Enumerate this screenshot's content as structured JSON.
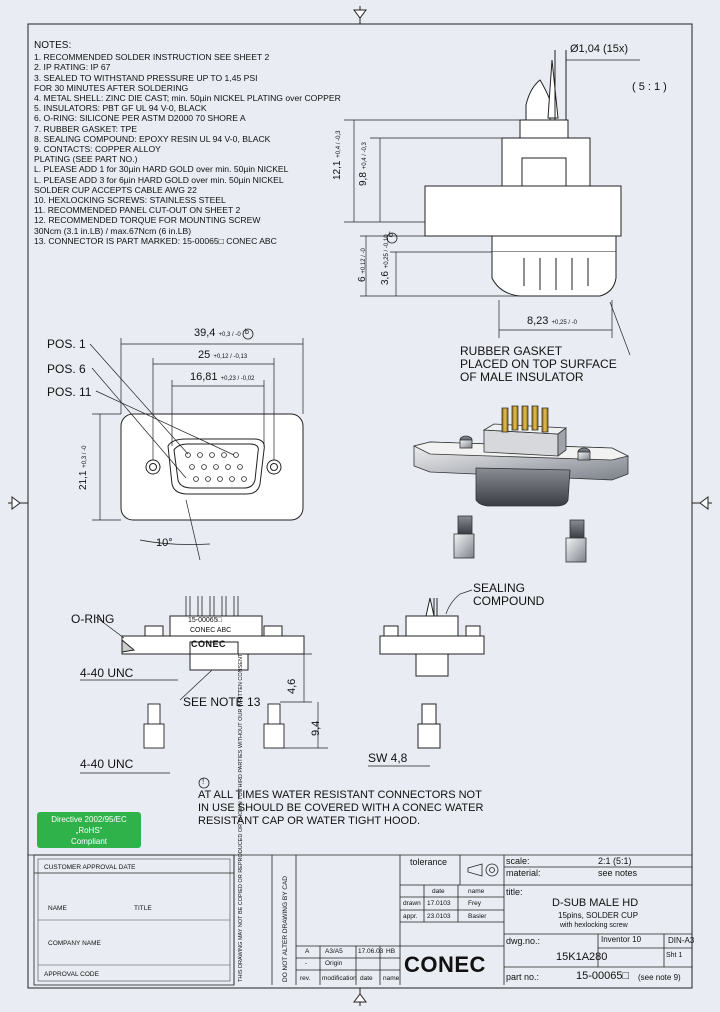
{
  "notes": {
    "heading": "NOTES:",
    "lines": [
      "1. RECOMMENDED SOLDER INSTRUCTION SEE SHEET 2",
      "2. IP RATING: IP 67",
      "3. SEALED TO WITHSTAND PRESSURE UP TO 1,45 PSI",
      "    FOR 30 MINUTES AFTER SOLDERING",
      "4. METAL SHELL: ZINC DIE CAST; min. 50µin NICKEL PLATING over COPPER",
      "5. INSULATORS: PBT GF UL 94 V-0, BLACK",
      "6. O-RING: SILICONE PER ASTM D2000 70 SHORE A",
      "7. RUBBER GASKET: TPE",
      "8. SEALING COMPOUND: EPOXY RESIN UL 94 V-0, BLACK",
      "9. CONTACTS: COPPER ALLOY",
      "    PLATING (SEE PART NO.)",
      "    L. PLEASE ADD 1 for 30µin HARD GOLD over min. 50µin NICKEL",
      "    L. PLEASE ADD 3 for 6µin HARD GOLD over min. 50µin NICKEL",
      "    SOLDER CUP ACCEPTS CABLE AWG 22",
      "10. HEXLOCKING SCREWS: STAINLESS STEEL",
      "11. RECOMMENDED PANEL CUT-OUT ON SHEET 2",
      "12. RECOMMENDED TORQUE FOR MOUNTING SCREW",
      "     30Ncm (3.1 in.LB) / max.67Ncm (6 in.LB)",
      "13. CONNECTOR IS PART MARKED: 15-00065□ CONEC ABC"
    ]
  },
  "dims": {
    "pin_dia": "Ø1,04 (15x)",
    "scale_side": "( 5 : 1 )",
    "h_12_1": "12,1",
    "h_12_1_tol": "+0,4 / -0,3",
    "h_9_8": "9,8",
    "h_9_8_tol": "+0,4 / -0,3",
    "h_6": "6",
    "h_6_tol": "+0,12 / -0",
    "h_3_6": "3,6",
    "h_3_6_tol": "+0,25 / -0,10",
    "w_8_23": "8,23",
    "w_8_23_tol": "+0,25 / -0",
    "w_39_4": "39,4",
    "w_39_4_tol": "+0,3 / -0",
    "w_25": "25",
    "w_25_tol": "+0,12 / -0,13",
    "w_16_81": "16,81",
    "w_16_81_tol": "+0,23 / -0,02",
    "h_21_1": "21,1",
    "h_21_1_tol": "+0,3 / -0",
    "angle": "10°",
    "h_4_6": "4,6",
    "h_9_4": "9,4",
    "sw": "SW 4,8",
    "datum_b": "b"
  },
  "labels": {
    "pos1": "POS. 1",
    "pos6": "POS. 6",
    "pos11": "POS. 11",
    "gasket": [
      "RUBBER GASKET",
      "PLACED ON TOP SURFACE",
      "OF MALE INSULATOR"
    ],
    "sealing": [
      "SEALING",
      "COMPOUND"
    ],
    "oring": "O-RING",
    "unc1": "4-40 UNC",
    "unc2": "4-40 UNC",
    "see_note": "SEE NOTE 13",
    "part_mark1": "15-00065□",
    "part_mark2": "CONEC ABC",
    "warning_symbol": "!",
    "warning": [
      "AT ALL TIMES WATER RESISTANT CONNECTORS NOT",
      "IN USE SHOULD BE COVERED WITH A CONEC WATER",
      "RESISTANT CAP OR WATER TIGHT HOOD."
    ]
  },
  "rohs": {
    "line1": "Directive 2002/95/EC",
    "line2": "„RoHS“",
    "line3": "Compliant"
  },
  "title_block": {
    "tolerance_label": "tolerance",
    "scale_label": "scale:",
    "scale_value": "2:1 (5:1)",
    "material_label": "material:",
    "material_value": "see notes",
    "title_label": "title:",
    "title_line1": "D-SUB MALE HD",
    "title_line2": "15pins, SOLDER CUP",
    "title_line3": "with hexlocking screw",
    "dwg_label": "dwg.no.:",
    "inventor": "Inventor 10",
    "din": "DIN-A3",
    "dwg_no": "15K1A280",
    "sht": "Sht 1",
    "part_label": "part no.:",
    "part_no": "15-00065□",
    "part_note": "(see note 9)",
    "date_col": "date",
    "name_col": "name",
    "drawn_label": "drawn",
    "drawn_date": "17.0103",
    "drawn_name": "Frey",
    "appr_label": "appr.",
    "appr_date": "23.0103",
    "appr_name": "Basler",
    "rev_label": "rev.",
    "mod_label": "modification",
    "datecol2": "date",
    "namecol2": "name",
    "rev_a": "A",
    "rev_a_mod": "A3/A5",
    "rev_a_date": "17.06.03",
    "rev_a_name": "HB",
    "rev_orig": "-",
    "rev_orig_mod": "Origin",
    "logo": "CONEC",
    "customer_title": "CUSTOMER APPROVAL DATE",
    "name_label": "NAME",
    "title_label2": "TITLE",
    "company_label": "COMPANY NAME",
    "approval_code": "APPROVAL CODE",
    "vert_notice": "THIS DRAWING MAY NOT BE COPIED OR REPRODUCED OR SHOWN TO THIRD PARTIES WITHOUT OUR WRITTEN CONSENT",
    "vert_dnt": "DO NOT ALTER DRAWING BY CAD"
  }
}
